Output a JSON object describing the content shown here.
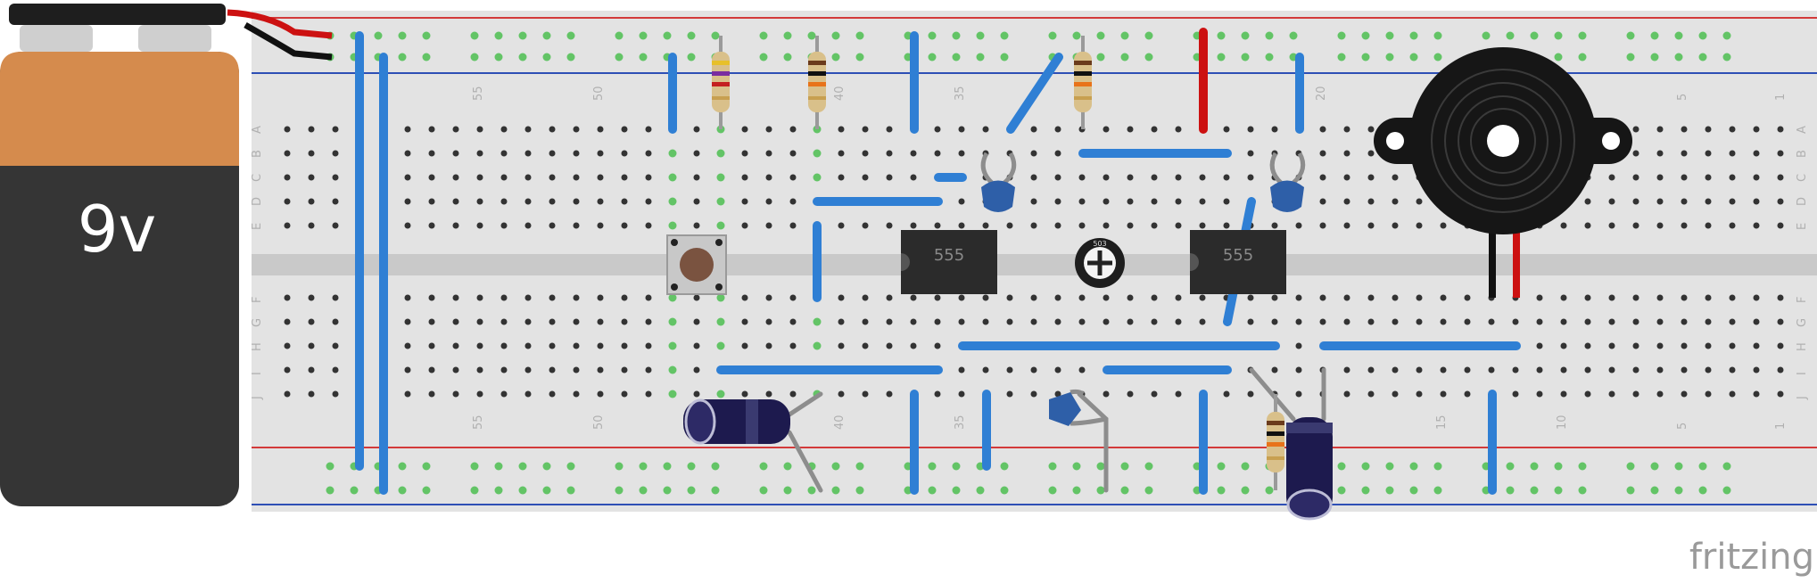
{
  "battery": {
    "label": "9v"
  },
  "chips": [
    {
      "marking": "555"
    },
    {
      "marking": "555"
    }
  ],
  "trimmer": {
    "marking": "503"
  },
  "column_numbers": [
    "55",
    "50",
    "40",
    "35",
    "20",
    "15",
    "10",
    "5",
    "1"
  ],
  "row_letters_top": [
    "A",
    "B",
    "C",
    "D",
    "E"
  ],
  "row_letters_bottom": [
    "F",
    "G",
    "H",
    "I",
    "J"
  ],
  "watermark": "fritzing",
  "colors": {
    "wire_blue": "#2f7fd4",
    "wire_red": "#cc1111",
    "wire_black": "#111111",
    "board": "#e3e3e3",
    "rail_red": "#d33a3a",
    "rail_blue": "#2e4fb5",
    "battery_top": "#d58b4d",
    "battery_body": "#353535",
    "connected_hole": "#63c466"
  },
  "icons": [
    "battery-icon",
    "pushbutton-icon",
    "ic-555-icon",
    "trimmer-potentiometer-icon",
    "piezo-buzzer-icon",
    "ceramic-capacitor-icon",
    "electrolytic-capacitor-icon",
    "resistor-icon"
  ]
}
